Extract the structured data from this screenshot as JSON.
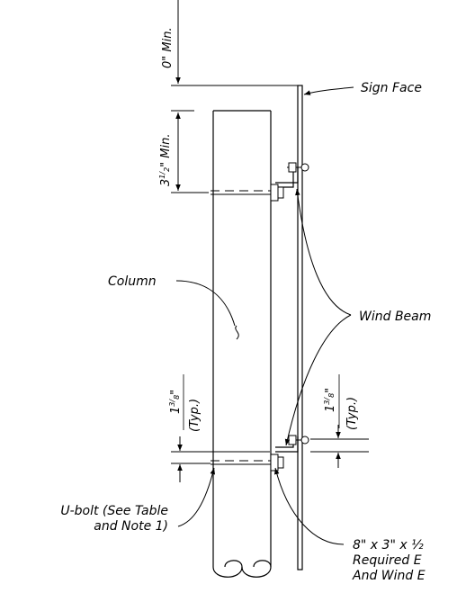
{
  "labels": {
    "sign_face": "Sign Face",
    "wind_beam": "Wind Beam",
    "column": "Column",
    "ubolt_line1": "U-bolt (See Table",
    "ubolt_line2": "and Note 1)",
    "angle_line1": "8\" x 3\" x ½",
    "angle_line2": "Required E",
    "angle_line3": "And Wind E"
  },
  "dimensions": {
    "top_clearance": "0\" Min.",
    "top_offset_whole": "3",
    "top_offset_num": "1",
    "top_offset_den": "2",
    "top_offset_suffix": "\" Min.",
    "bottom_left_whole": "1",
    "bottom_left_num": "3",
    "bottom_left_den": "8",
    "bottom_left_suffix": "\"",
    "bottom_left_typ": "(Typ.)",
    "bottom_right_whole": "1",
    "bottom_right_num": "3",
    "bottom_right_den": "8",
    "bottom_right_suffix": "\"",
    "bottom_right_typ": "(Typ.)"
  }
}
